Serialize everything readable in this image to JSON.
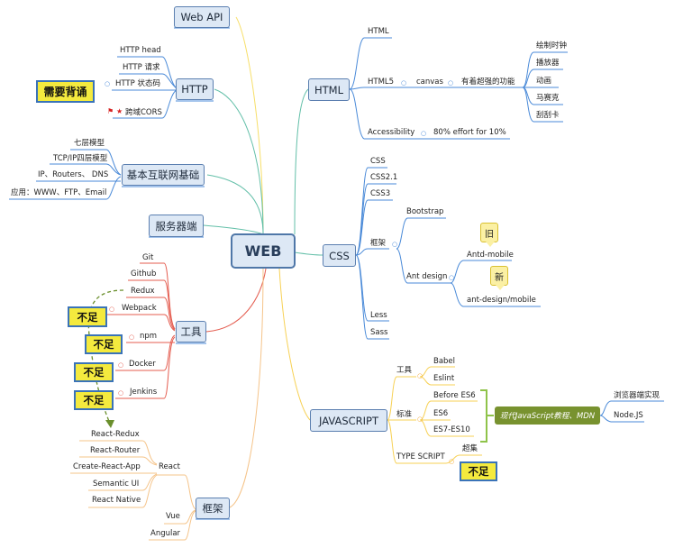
{
  "center": "WEB",
  "left": {
    "web_api": "Web API",
    "http": {
      "label": "HTTP",
      "items": [
        "HTTP head",
        "HTTP 请求",
        "HTTP 状态码",
        "跨域CORS"
      ],
      "tag": "需要背诵"
    },
    "internet": {
      "label": "基本互联网基础",
      "items": [
        "七层模型",
        "TCP/IP四层模型",
        "IP、Routers、 DNS",
        "应用：WWW、FTP、Email"
      ]
    },
    "server": "服务器端",
    "tools": {
      "label": "工具",
      "items": [
        "Git",
        "Github",
        "Redux",
        "Webpack",
        "npm",
        "Docker",
        "Jenkins"
      ],
      "tags": [
        "不足",
        "不足",
        "不足",
        "不足"
      ]
    },
    "framework": {
      "label": "框架",
      "react": "React",
      "react_items": [
        "React-Redux",
        "React-Router",
        "Create-React-App",
        "Semantic UI",
        "React Native"
      ],
      "vue": "Vue",
      "angular": "Angular"
    }
  },
  "right": {
    "html": {
      "label": "HTML",
      "items": [
        "HTML",
        "HTML5",
        "Accessibility"
      ],
      "canvas": "canvas",
      "super": "有着超强的功能",
      "super_items": [
        "绘制时钟",
        "播放器",
        "动画",
        "马赛克",
        "刮刮卡"
      ],
      "effort": "80% effort for 10%"
    },
    "css": {
      "label": "CSS",
      "items": [
        "CSS",
        "CSS2.1",
        "CSS3",
        "框架",
        "Less",
        "Sass"
      ],
      "bootstrap": "Bootstrap",
      "antd": "Ant design",
      "antd_items": [
        "Antd-mobile",
        "ant-design/mobile"
      ],
      "old": "旧",
      "new": "新"
    },
    "js": {
      "label": "JAVASCRIPT",
      "tools": "工具",
      "tools_items": [
        "Babel",
        "Eslint"
      ],
      "standard": "标准",
      "standard_items": [
        "Before ES6",
        "ES6",
        "ES7-ES10"
      ],
      "ts": "TYPE SCRIPT",
      "superset": "超集",
      "ts_tag": "不足",
      "mdn": "现代JavaScript教程、MDN",
      "mdn_items": [
        "浏览器端实现",
        "Node.JS"
      ]
    }
  },
  "colors": {
    "tree_blue": "#4a8ad8",
    "tree_orange": "#f2a531",
    "tree_green": "#62bfa8",
    "tree_red": "#e45c4f",
    "tag_yellow": "#f4ea3e",
    "tag_border": "#3a73b8",
    "bracket_green": "#8fc34a",
    "mdn_green": "#78922f"
  },
  "icons": [
    "flag-icon",
    "star-icon",
    "collapse-dot-icon"
  ]
}
